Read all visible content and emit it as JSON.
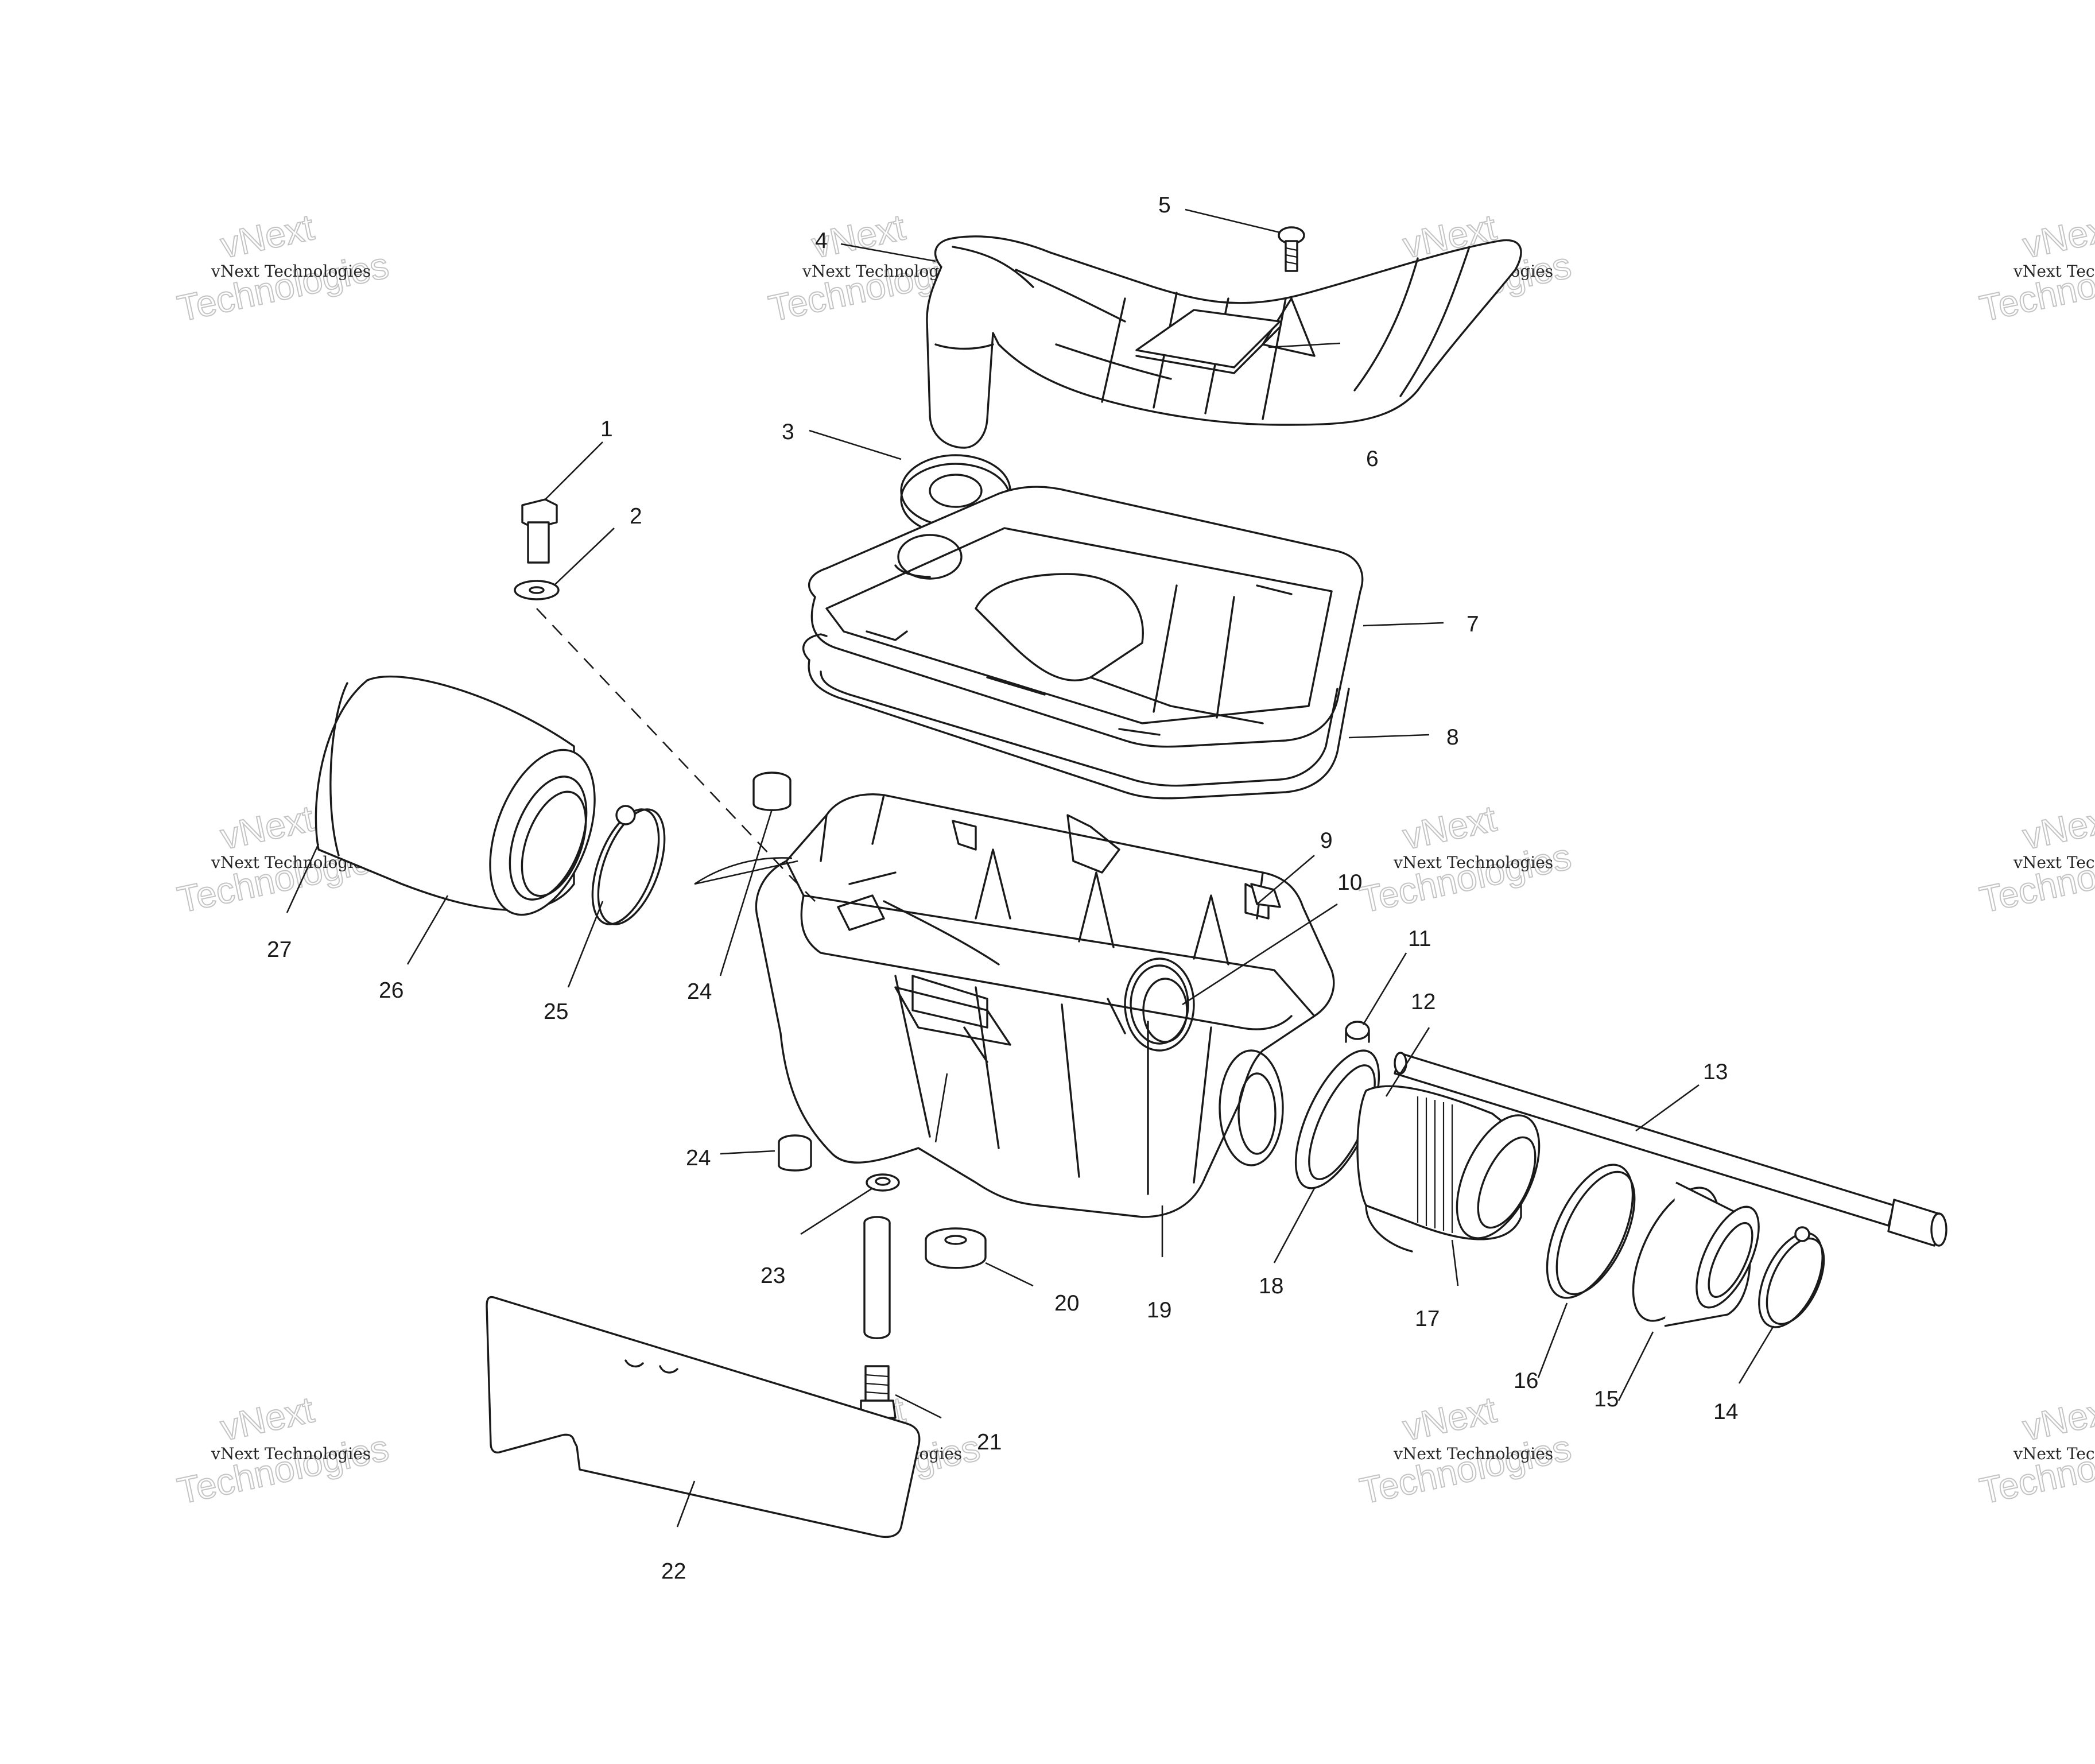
{
  "callouts": [
    "1",
    "2",
    "3",
    "4",
    "5",
    "6",
    "7",
    "8",
    "9",
    "10",
    "11",
    "12",
    "13",
    "14",
    "15",
    "16",
    "17",
    "18",
    "19",
    "20",
    "21",
    "22",
    "23",
    "24",
    "24",
    "25",
    "26",
    "27"
  ],
  "watermark": {
    "line_small": "vNext Technologies",
    "line_big_top": "vNext",
    "line_big_bottom": "Technologies"
  }
}
